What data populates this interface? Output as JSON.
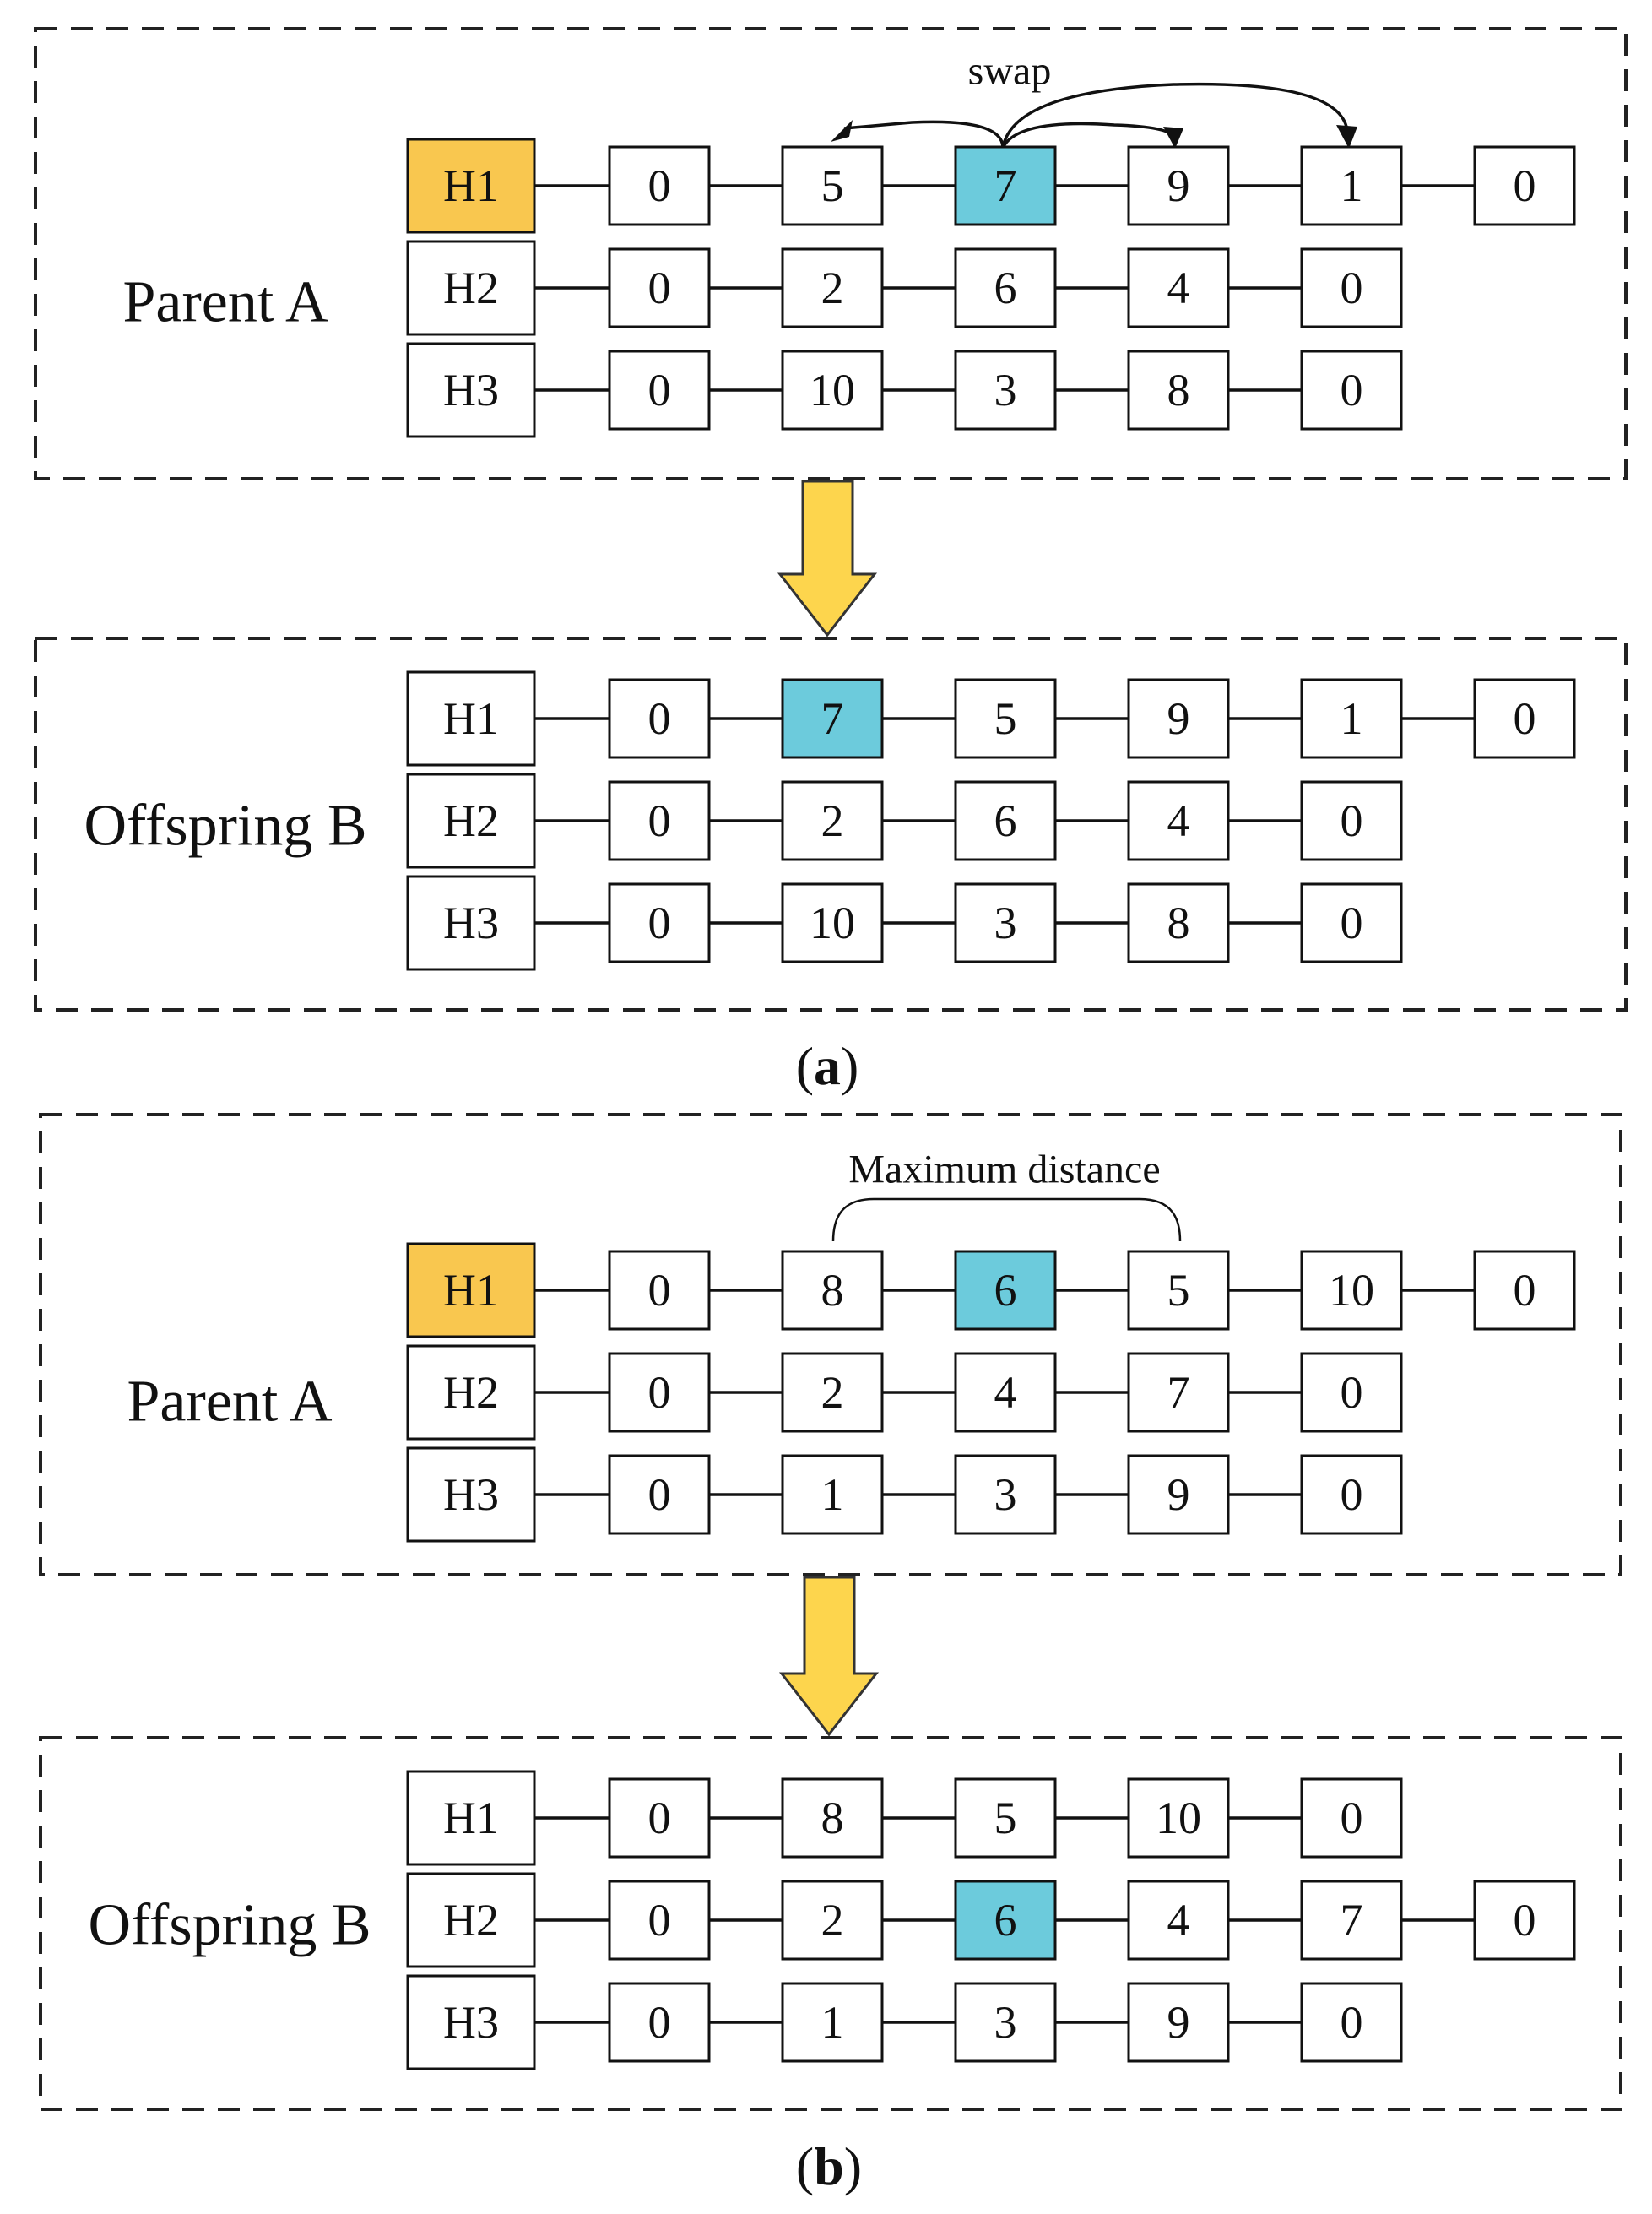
{
  "colors": {
    "highlight_vehicle": "#f9c74f",
    "highlight_customer": "#6ccbdc",
    "node_default": "#ffffff",
    "stroke": "#111111",
    "transition_arrow": "#fdd54d"
  },
  "panels": [
    {
      "id": "a",
      "caption": "a",
      "sections": [
        {
          "label": "Parent A",
          "note": "swap",
          "rows": [
            {
              "vehicle": "H1",
              "vehicle_highlight": true,
              "nodes": [
                "0",
                "5",
                "7",
                "9",
                "1",
                "0"
              ],
              "highlight_index": 2
            },
            {
              "vehicle": "H2",
              "vehicle_highlight": false,
              "nodes": [
                "0",
                "2",
                "6",
                "4",
                "0"
              ],
              "highlight_index": -1
            },
            {
              "vehicle": "H3",
              "vehicle_highlight": false,
              "nodes": [
                "0",
                "10",
                "3",
                "8",
                "0"
              ],
              "highlight_index": -1
            }
          ]
        },
        {
          "label": "Offspring B",
          "rows": [
            {
              "vehicle": "H1",
              "vehicle_highlight": false,
              "nodes": [
                "0",
                "7",
                "5",
                "9",
                "1",
                "0"
              ],
              "highlight_index": 1
            },
            {
              "vehicle": "H2",
              "vehicle_highlight": false,
              "nodes": [
                "0",
                "2",
                "6",
                "4",
                "0"
              ],
              "highlight_index": -1
            },
            {
              "vehicle": "H3",
              "vehicle_highlight": false,
              "nodes": [
                "0",
                "10",
                "3",
                "8",
                "0"
              ],
              "highlight_index": -1
            }
          ]
        }
      ]
    },
    {
      "id": "b",
      "caption": "b",
      "sections": [
        {
          "label": "Parent A",
          "note": "Maximum distance",
          "rows": [
            {
              "vehicle": "H1",
              "vehicle_highlight": true,
              "nodes": [
                "0",
                "8",
                "6",
                "5",
                "10",
                "0"
              ],
              "highlight_index": 2
            },
            {
              "vehicle": "H2",
              "vehicle_highlight": false,
              "nodes": [
                "0",
                "2",
                "4",
                "7",
                "0"
              ],
              "highlight_index": -1
            },
            {
              "vehicle": "H3",
              "vehicle_highlight": false,
              "nodes": [
                "0",
                "1",
                "3",
                "9",
                "0"
              ],
              "highlight_index": -1
            }
          ]
        },
        {
          "label": "Offspring B",
          "rows": [
            {
              "vehicle": "H1",
              "vehicle_highlight": false,
              "nodes": [
                "0",
                "8",
                "5",
                "10",
                "0"
              ],
              "highlight_index": -1
            },
            {
              "vehicle": "H2",
              "vehicle_highlight": false,
              "nodes": [
                "0",
                "2",
                "6",
                "4",
                "7",
                "0"
              ],
              "highlight_index": 2
            },
            {
              "vehicle": "H3",
              "vehicle_highlight": false,
              "nodes": [
                "0",
                "1",
                "3",
                "9",
                "0"
              ],
              "highlight_index": -1
            }
          ]
        }
      ]
    }
  ]
}
